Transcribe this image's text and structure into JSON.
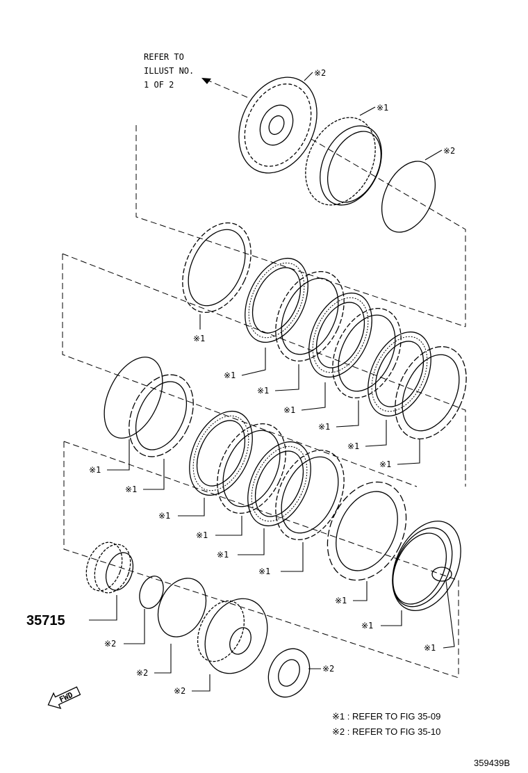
{
  "refer_note": {
    "line1": "REFER TO",
    "line2": "ILLUST NO.",
    "line3": "1 OF 2"
  },
  "callouts": {
    "ref1": "※1",
    "ref2": "※2"
  },
  "part_number": "35715",
  "fwd": "FWD",
  "legend": {
    "item1": "※1 : REFER TO FIG 35-09",
    "item2": "※2 : REFER TO FIG 35-10"
  },
  "illustration_code": "359439B"
}
